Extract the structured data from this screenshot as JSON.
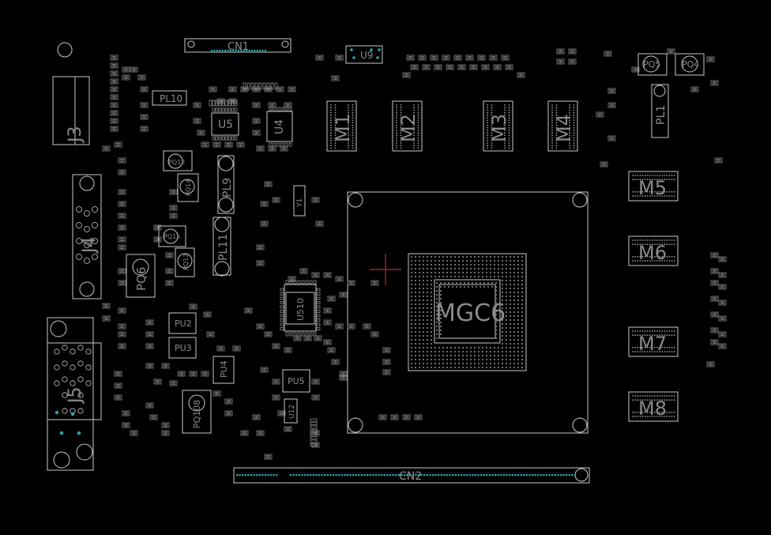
{
  "colors": {
    "background": "#000000",
    "outline": "#c8c8c8",
    "pad": "#8a8a8a",
    "pin": "#2aa7b0",
    "marker": "#b0303a"
  },
  "labels": {
    "cn1": "CN1",
    "cn2": "CN2",
    "mgc6": "MGC6",
    "m1": "M1",
    "m2": "M2",
    "m3": "M3",
    "m4": "M4",
    "m5": "M5",
    "m6": "M6",
    "m7": "M7",
    "m8": "M8",
    "u5": "U5",
    "u4": "U4",
    "u510": "U510",
    "u12": "U12",
    "pl10": "PL10",
    "pl9": "PL9",
    "pl11": "PL11",
    "pl1": "PL1",
    "pq5": "PQ5",
    "pq4": "PQ4",
    "pq12": "PQ12",
    "pq14": "PQ14",
    "pq15": "PQ15",
    "pq13": "PQ13",
    "pq6": "PQ6",
    "pq108": "PQ108",
    "pu2": "PU2",
    "pu3": "PU3",
    "pu4": "PU4",
    "pu5": "PU5",
    "y1": "Y1",
    "j3": "J3",
    "j4": "J4",
    "j5": "J5",
    "u9": "U9"
  }
}
